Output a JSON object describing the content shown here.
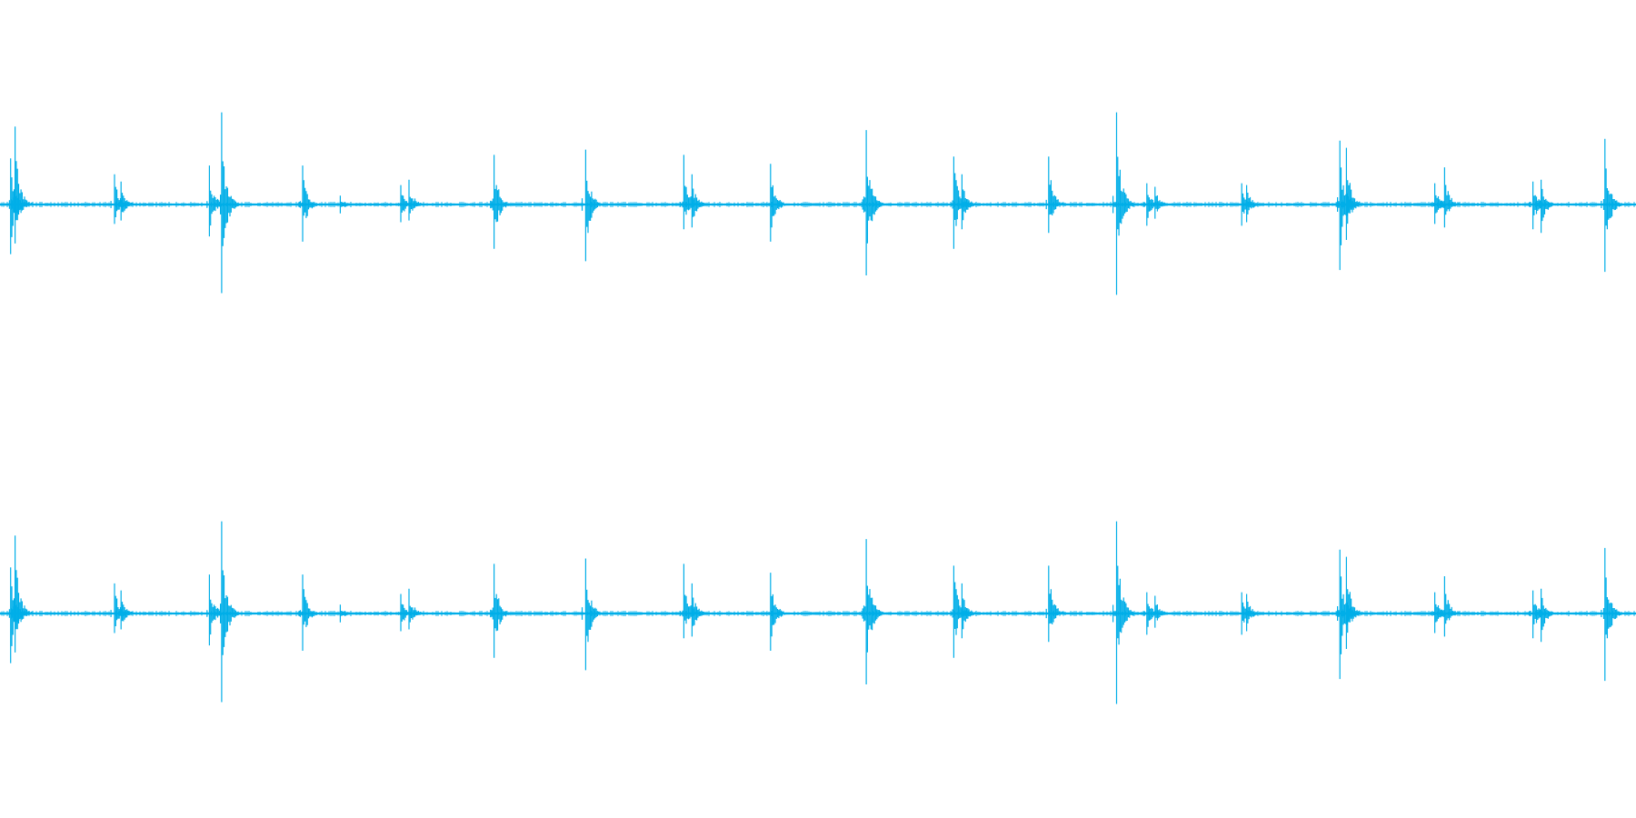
{
  "colors": {
    "wave": "#00aee8",
    "background": "#ffffff"
  },
  "chart_data": {
    "type": "line",
    "channels": 2,
    "ylim": [
      -1,
      1
    ],
    "x_range": [
      0,
      1
    ],
    "grid": false,
    "legend": "none",
    "baseline_noise": 0.012,
    "transients": [
      {
        "x": 0.0065,
        "pos": 0.26,
        "neg": 0.28
      },
      {
        "x": 0.0092,
        "pos": 0.44,
        "neg": 0.22
      },
      {
        "x": 0.07,
        "pos": 0.17,
        "neg": 0.11
      },
      {
        "x": 0.074,
        "pos": 0.13,
        "neg": 0.09
      },
      {
        "x": 0.128,
        "pos": 0.22,
        "neg": 0.18
      },
      {
        "x": 0.1355,
        "pos": 0.52,
        "neg": 0.5
      },
      {
        "x": 0.185,
        "pos": 0.22,
        "neg": 0.21
      },
      {
        "x": 0.208,
        "pos": 0.05,
        "neg": 0.05
      },
      {
        "x": 0.245,
        "pos": 0.11,
        "neg": 0.1
      },
      {
        "x": 0.25,
        "pos": 0.14,
        "neg": 0.09
      },
      {
        "x": 0.302,
        "pos": 0.28,
        "neg": 0.25
      },
      {
        "x": 0.358,
        "pos": 0.31,
        "neg": 0.32
      },
      {
        "x": 0.418,
        "pos": 0.28,
        "neg": 0.14
      },
      {
        "x": 0.423,
        "pos": 0.17,
        "neg": 0.13
      },
      {
        "x": 0.471,
        "pos": 0.23,
        "neg": 0.21
      },
      {
        "x": 0.5295,
        "pos": 0.42,
        "neg": 0.4
      },
      {
        "x": 0.583,
        "pos": 0.27,
        "neg": 0.25
      },
      {
        "x": 0.588,
        "pos": 0.17,
        "neg": 0.14
      },
      {
        "x": 0.641,
        "pos": 0.27,
        "neg": 0.16
      },
      {
        "x": 0.6825,
        "pos": 0.52,
        "neg": 0.51
      },
      {
        "x": 0.701,
        "pos": 0.12,
        "neg": 0.12
      },
      {
        "x": 0.706,
        "pos": 0.1,
        "neg": 0.08
      },
      {
        "x": 0.759,
        "pos": 0.12,
        "neg": 0.12
      },
      {
        "x": 0.762,
        "pos": 0.11,
        "neg": 0.1
      },
      {
        "x": 0.819,
        "pos": 0.36,
        "neg": 0.37
      },
      {
        "x": 0.823,
        "pos": 0.32,
        "neg": 0.2
      },
      {
        "x": 0.877,
        "pos": 0.12,
        "neg": 0.11
      },
      {
        "x": 0.883,
        "pos": 0.21,
        "neg": 0.13
      },
      {
        "x": 0.937,
        "pos": 0.13,
        "neg": 0.14
      },
      {
        "x": 0.942,
        "pos": 0.14,
        "neg": 0.16
      },
      {
        "x": 0.981,
        "pos": 0.37,
        "neg": 0.38
      }
    ]
  }
}
